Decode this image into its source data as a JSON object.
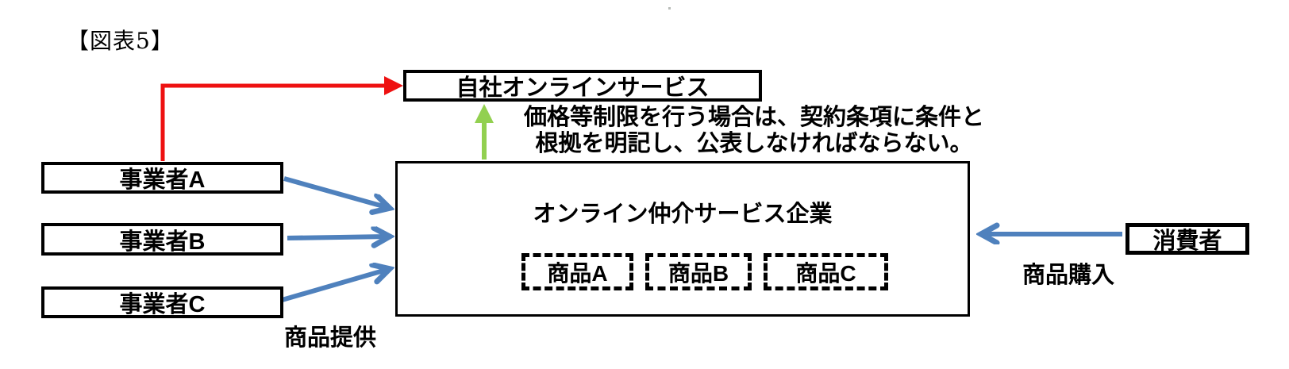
{
  "title": "【図表5】",
  "boxes": {
    "own_service": "自社オンラインサービス",
    "intermediary": "オンライン仲介サービス企業",
    "provider_a": "事業者A",
    "provider_b": "事業者B",
    "provider_c": "事業者C",
    "consumer": "消費者"
  },
  "products": [
    {
      "label": "商品A"
    },
    {
      "label": "商品B"
    },
    {
      "label": "商品C"
    }
  ],
  "note": {
    "line1": "価格等制限を行う場合は、契約条項に条件と",
    "line2": "根拠を明記し、公表しなければならない。"
  },
  "labels": {
    "provide": "商品提供",
    "purchase": "商品購入"
  },
  "colors": {
    "red": "#ee1111",
    "green": "#92d050",
    "blue": "#4f81bd",
    "black": "#000000"
  }
}
